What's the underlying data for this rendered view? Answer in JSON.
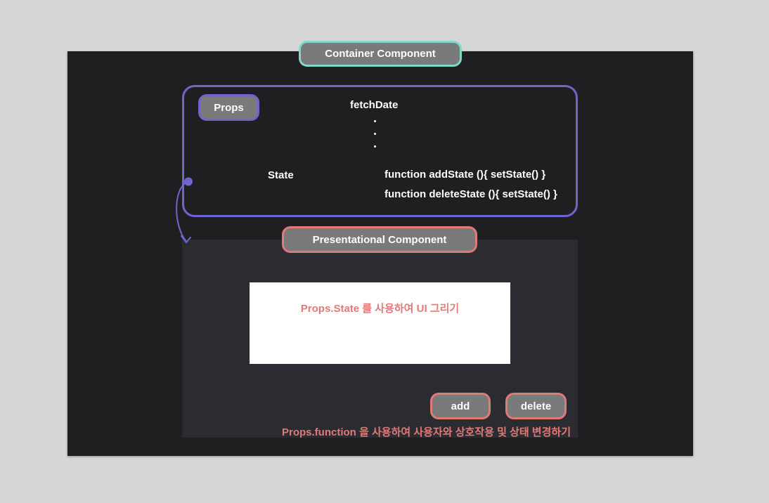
{
  "container": {
    "title": "Container Component",
    "props_label": "Props",
    "fetch_label": "fetchDate",
    "state_label": "State",
    "functions": [
      "function addState (){ setState() }",
      "function deleteState (){ setState() }"
    ],
    "colors": {
      "frame": "#6e66cf",
      "title_border": "#7fd8c8"
    }
  },
  "presentational": {
    "title": "Presentational Component",
    "ui_caption": "Props.State 를 사용하여 UI 그리기",
    "add_label": "add",
    "delete_label": "delete",
    "function_caption": "Props.function 을 사용하여 사용자와 상호작용 및 상태 변경하기",
    "colors": {
      "accent": "#e07a78"
    }
  }
}
